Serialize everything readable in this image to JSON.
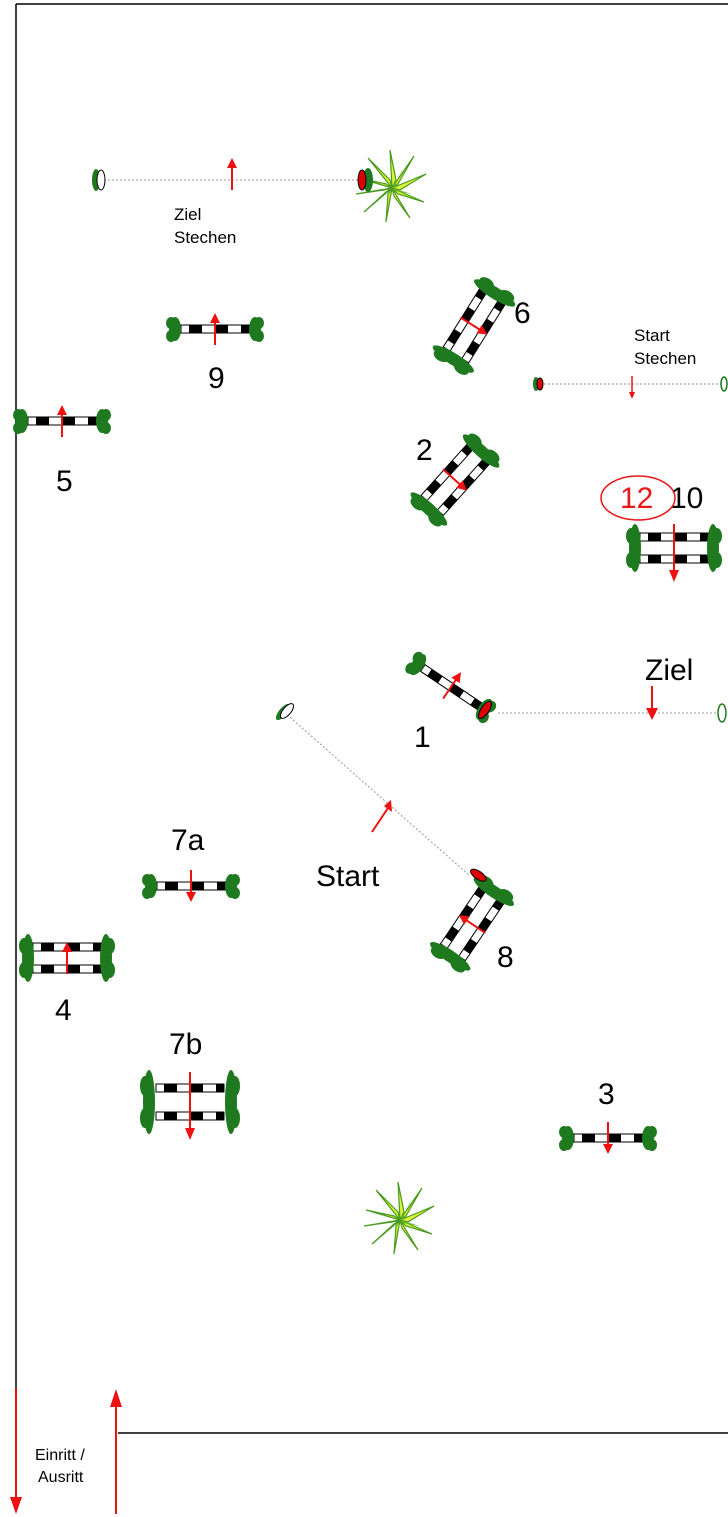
{
  "colors": {
    "rail_dark": "#000000",
    "rail_light": "#ffffff",
    "standard_green": "#1f7a1f",
    "arrow_red": "#ee1111",
    "flag_red": "#dd0000",
    "plant_light": "#d9f23a",
    "plant_dark": "#6ab82a",
    "highlight_red": "#e8181b"
  },
  "obstacles": {
    "o1": "1",
    "o2": "2",
    "o3": "3",
    "o4": "4",
    "o5": "5",
    "o6": "6",
    "o7a": "7a",
    "o7b": "7b",
    "o8": "8",
    "o9": "9",
    "o10": "10",
    "o12": "12"
  },
  "lines": {
    "start": "Start",
    "ziel": "Ziel",
    "start_stechen_1": "Start",
    "start_stechen_2": "Stechen",
    "ziel_stechen_1": "Ziel",
    "ziel_stechen_2": "Stechen"
  },
  "entrance": {
    "line1": "Einritt /",
    "line2": "Ausritt"
  },
  "icons": [
    "decorative-plant-icon",
    "direction-arrow-icon",
    "standard-icon",
    "flag-icon"
  ]
}
